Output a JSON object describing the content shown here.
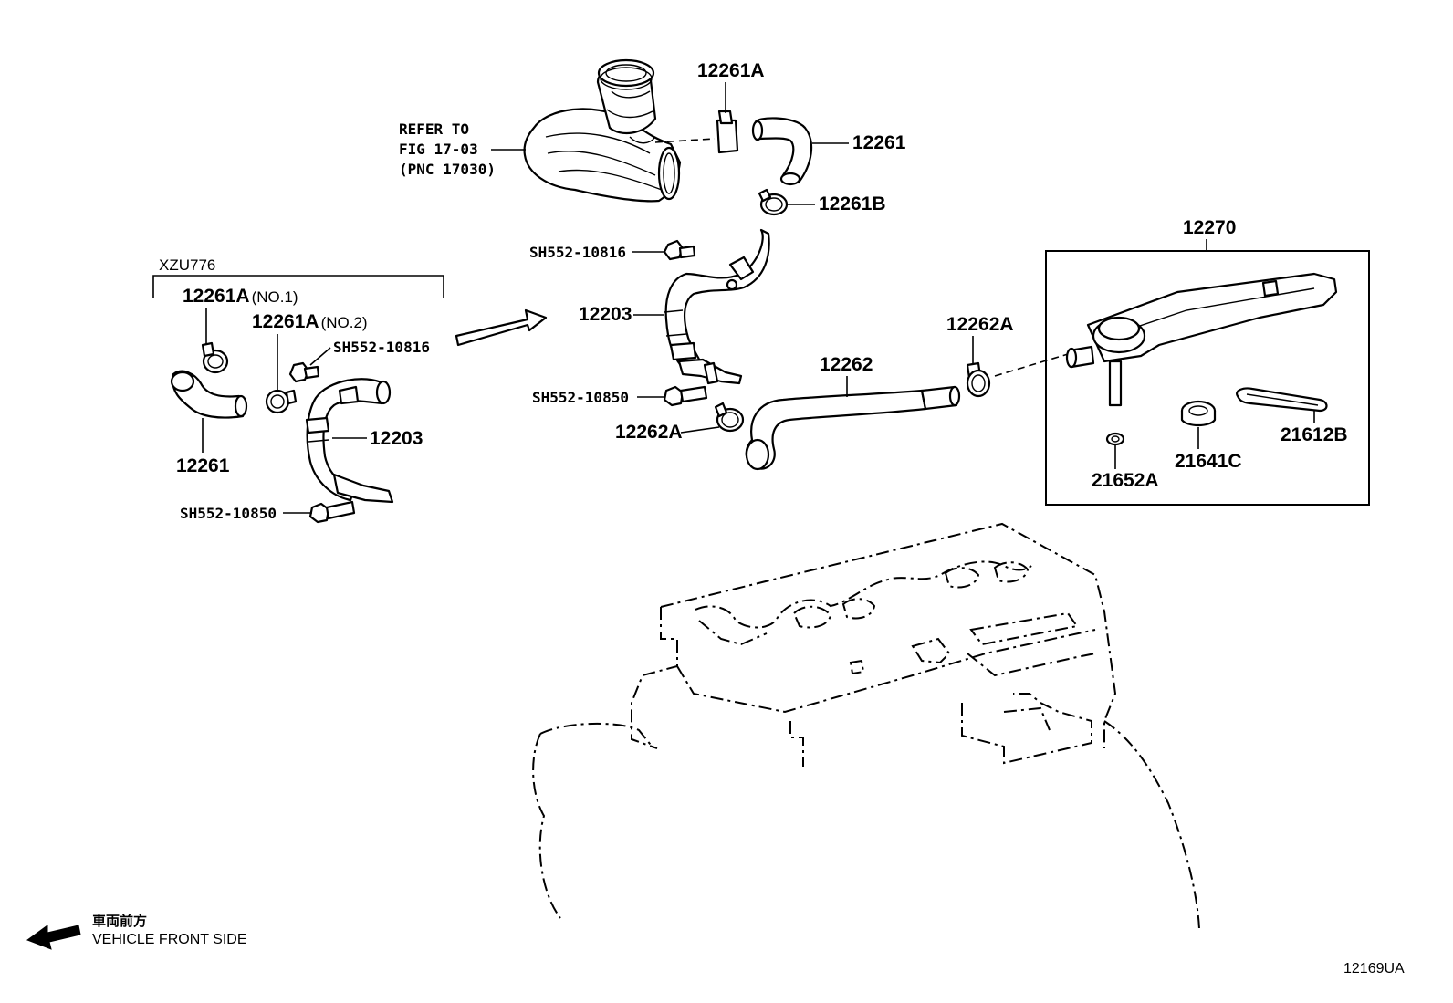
{
  "diagram": {
    "refer": {
      "line1": "REFER TO",
      "line2": "FIG 17-03",
      "line3": "(PNC 17030)"
    },
    "variant": {
      "code": "XZU776",
      "clamp_no1": "12261A",
      "clamp_no1_note": "(NO.1)",
      "clamp_no2": "12261A",
      "clamp_no2_note": "(NO.2)",
      "bolt_top": "SH552-10816",
      "hose_label": "12203",
      "elbow_label": "12261",
      "bolt_bottom": "SH552-10850"
    },
    "main": {
      "clamp_top": "12261A",
      "elbow_hose": "12261",
      "clamp_b": "12261B",
      "bolt_top": "SH552-10816",
      "hose_12203": "12203",
      "bolt_bottom": "SH552-10850",
      "clamp_bottom": "12262A",
      "hose_12262": "12262",
      "clamp_right": "12262A"
    },
    "box": {
      "assembly": "12270",
      "gasket_small": "21652A",
      "gasket_mid": "21641C",
      "gasket_long": "21612B"
    },
    "front": {
      "jp": "車両前方",
      "en": "VEHICLE FRONT SIDE"
    },
    "figure_code": "12169UA",
    "ink_color": "#000000",
    "paper_color": "#ffffff"
  }
}
